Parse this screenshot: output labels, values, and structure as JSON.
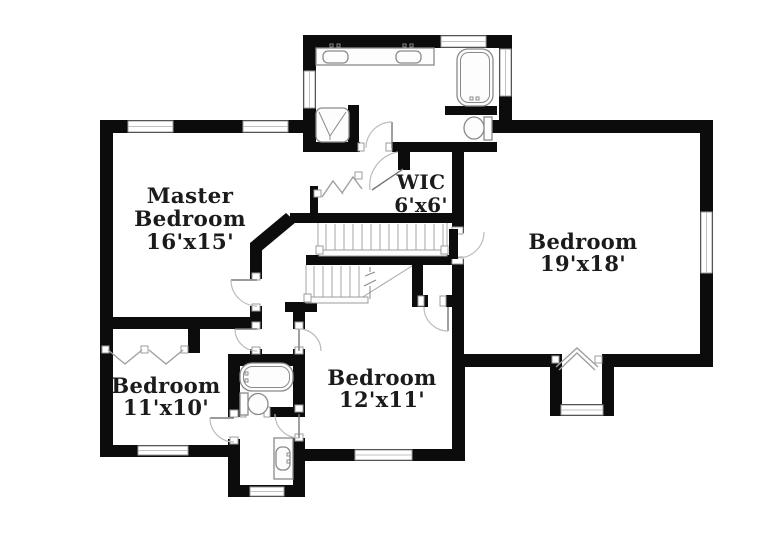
{
  "floor_plan": {
    "rooms": {
      "master_bedroom": {
        "line1": "Master",
        "line2": "Bedroom",
        "dims": "16'x15'"
      },
      "wic": {
        "line1": "WIC",
        "dims": "6'x6'"
      },
      "bedroom_right": {
        "line1": "Bedroom",
        "dims": "19'x18'"
      },
      "bedroom_left": {
        "line1": "Bedroom",
        "dims": "11'x10'"
      },
      "bedroom_center": {
        "line1": "Bedroom",
        "dims": "12'x11'"
      }
    },
    "fixtures": {
      "master_bath": [
        "double-sink-vanity",
        "shower",
        "bathtub",
        "toilet"
      ],
      "hall_bath": [
        "bathtub",
        "toilet",
        "sink-vanity"
      ]
    },
    "colors": {
      "wall_color": "#0c0c0c",
      "fixture_color": "#8a8a8a",
      "line_color": "#9c9c9c",
      "text_color": "#1b1b1b",
      "bg_color": "#ffffff"
    }
  }
}
